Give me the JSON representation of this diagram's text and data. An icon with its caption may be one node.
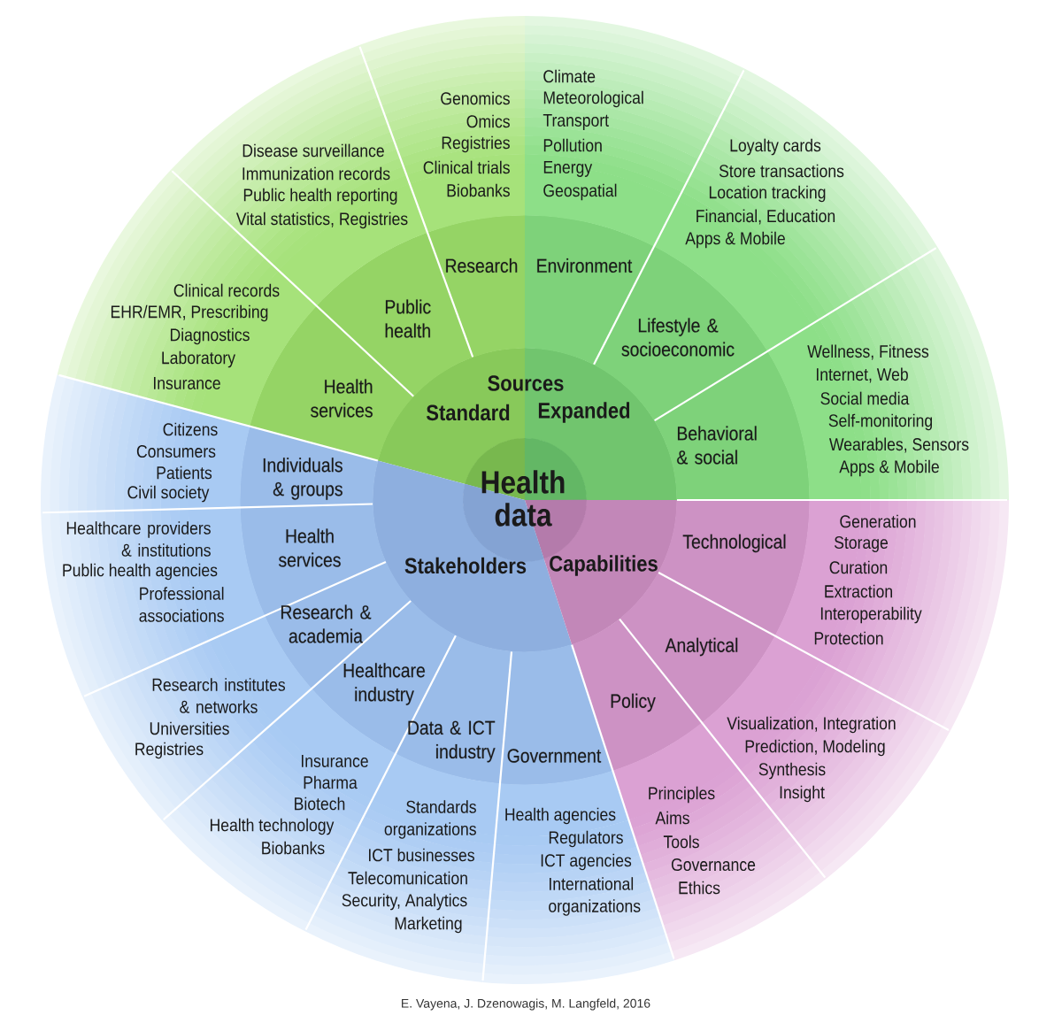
{
  "diagram": {
    "nodes": [
      {
        "text": [
          "Health data"
        ]
      },
      {
        "text": [
          "Standard"
        ]
      },
      {
        "text": [
          "Expanded"
        ]
      },
      {
        "text": [
          "Stakeholders"
        ]
      },
      {
        "text": [
          "Capabilities"
        ]
      },
      {
        "text": [
          "Health services"
        ]
      },
      {
        "text": [
          "Clinical records",
          "EHR/EMR, Prescribing",
          "Diagnostics",
          "Laboratory",
          "Insurance"
        ]
      },
      {
        "text": [
          "Public health"
        ]
      },
      {
        "text": [
          "Disease surveillance",
          "Immunization records",
          "Public health reporting",
          "Vital statistics, Registries"
        ]
      },
      {
        "text": [
          "Research"
        ]
      },
      {
        "text": [
          "Genomics",
          "Omics",
          "Registries",
          "Clinical trials",
          "Biobanks"
        ]
      },
      {
        "text": [
          "Environment"
        ]
      },
      {
        "text": [
          "Climate",
          "Meteorological",
          "Transport",
          "Pollution",
          "Energy",
          "Geospatial"
        ]
      },
      {
        "text": [
          "Lifestyle & socioeconomic"
        ]
      },
      {
        "text": [
          "Loyalty cards",
          "Store transactions",
          "Location tracking",
          "Financial, Education",
          "Apps & Mobile"
        ]
      },
      {
        "text": [
          "Behavioral & social"
        ]
      },
      {
        "text": [
          "Wellness, Fitness",
          "Internet, Web",
          "Social media",
          "Self-monitoring",
          "Wearables, Sensors",
          "Apps & Mobile"
        ]
      },
      {
        "text": [
          "Technological"
        ]
      },
      {
        "text": [
          "Generation",
          "Storage",
          "Curation",
          "Extraction",
          "Interoperability",
          "Protection"
        ]
      },
      {
        "text": [
          "Analytical"
        ]
      },
      {
        "text": [
          "Visualization, Integration",
          "Prediction, Modeling",
          "Synthesis",
          "Insight"
        ]
      },
      {
        "text": [
          "Policy"
        ]
      },
      {
        "text": [
          "Principles",
          "Aims",
          "Tools",
          "Governance",
          "Ethics"
        ]
      },
      {
        "text": [
          "Government"
        ]
      },
      {
        "text": [
          "Health agencies",
          "Regulators",
          "ICT agencies",
          "International organizations"
        ]
      },
      {
        "text": [
          "Data & ICT industry"
        ]
      },
      {
        "text": [
          "Standards organizations",
          "ICT businesses",
          "Telecomunication",
          "Security, Analytics",
          "Marketing"
        ]
      },
      {
        "text": [
          "Healthcare industry"
        ]
      },
      {
        "text": [
          "Insurance",
          "Pharma",
          "Biotech",
          "Health technology",
          "Biobanks"
        ]
      },
      {
        "text": [
          "Research & academia"
        ]
      },
      {
        "text": [
          "Research institutes & networks",
          "Universities",
          "Registries"
        ]
      },
      {
        "text": [
          "Health services"
        ]
      },
      {
        "text": [
          "Healthcare providers & institutions",
          "Public health agencies",
          "Professional associations"
        ]
      },
      {
        "text": [
          "Individuals & groups"
        ]
      },
      {
        "text": [
          "Citizens",
          "Consumers",
          "Patients",
          "Civil society"
        ]
      }
    ],
    "labels": [
      "Sources"
    ],
    "caption": "E. Vayena, J. Dzenowagis, M. Langfeld, 2016"
  }
}
